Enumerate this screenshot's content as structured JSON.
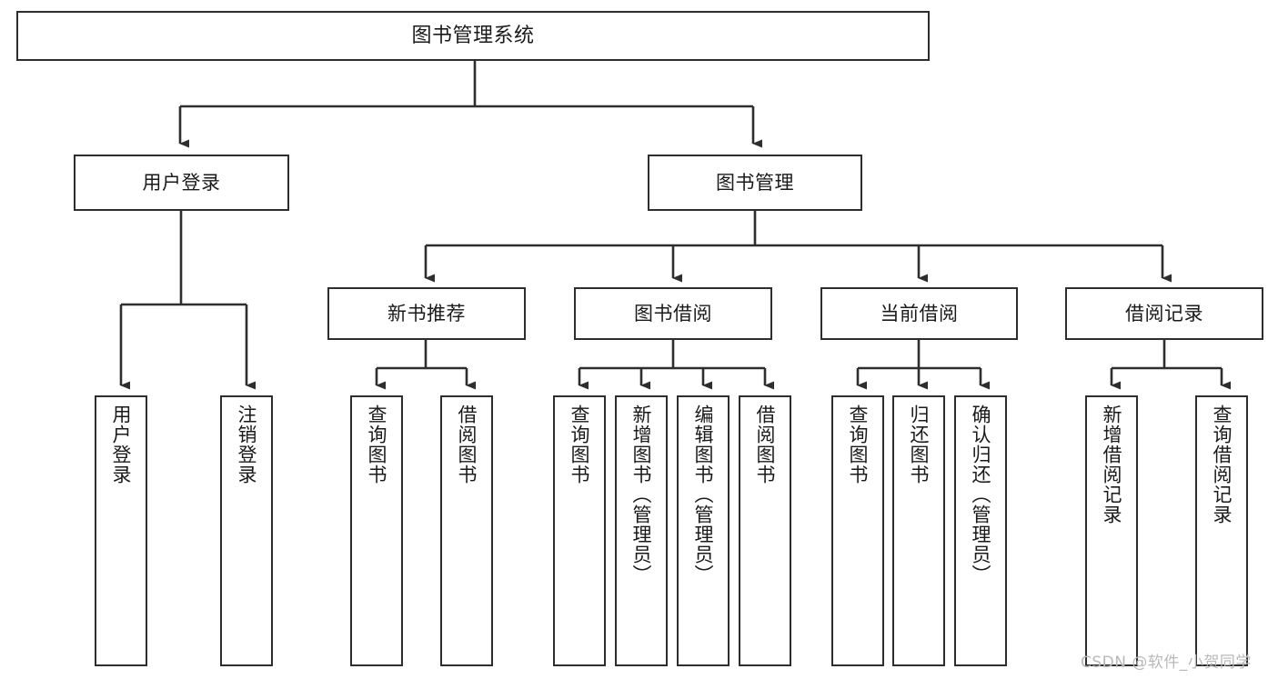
{
  "diagram": {
    "type": "tree-hierarchy",
    "title": "图书管理系统",
    "watermark": "CSDN @软件_小贺同学",
    "colors": {
      "box_border": "#2e2e2e",
      "box_fill": "#ffffff",
      "edge": "#2e2e2e",
      "text": "#1a1a1a",
      "watermark": "#b9b9b9"
    },
    "nodes": {
      "root": {
        "label": "图书管理系统",
        "level": 0
      },
      "level1": [
        {
          "id": "user-login",
          "label": "用户登录"
        },
        {
          "id": "book-manage",
          "label": "图书管理"
        }
      ],
      "level2": [
        {
          "id": "new-book-recommend",
          "label": "新书推荐",
          "parent": "book-manage"
        },
        {
          "id": "book-borrow",
          "label": "图书借阅",
          "parent": "book-manage"
        },
        {
          "id": "current-borrow",
          "label": "当前借阅",
          "parent": "book-manage"
        },
        {
          "id": "borrow-record",
          "label": "借阅记录",
          "parent": "book-manage"
        }
      ],
      "leaves": [
        {
          "id": "leaf-user-login",
          "label": "用户登录",
          "parent": "user-login"
        },
        {
          "id": "leaf-logout-login",
          "label": "注销登录",
          "parent": "user-login"
        },
        {
          "id": "leaf-query-book-1",
          "label": "查询图书",
          "parent": "new-book-recommend"
        },
        {
          "id": "leaf-borrow-book-1",
          "label": "借阅图书",
          "parent": "new-book-recommend"
        },
        {
          "id": "leaf-query-book-2",
          "label": "查询图书",
          "parent": "book-borrow"
        },
        {
          "id": "leaf-add-book",
          "label": "新增图书（管理员）",
          "parent": "book-borrow"
        },
        {
          "id": "leaf-edit-book",
          "label": "编辑图书（管理员）",
          "parent": "book-borrow"
        },
        {
          "id": "leaf-borrow-book-2",
          "label": "借阅图书",
          "parent": "book-borrow"
        },
        {
          "id": "leaf-query-book-3",
          "label": "查询图书",
          "parent": "current-borrow"
        },
        {
          "id": "leaf-return-book",
          "label": "归还图书",
          "parent": "current-borrow"
        },
        {
          "id": "leaf-confirm-return",
          "label": "确认归还（管理员）",
          "parent": "current-borrow"
        },
        {
          "id": "leaf-add-record",
          "label": "新增借阅记录",
          "parent": "borrow-record"
        },
        {
          "id": "leaf-query-record",
          "label": "查询借阅记录",
          "parent": "borrow-record"
        }
      ]
    }
  }
}
